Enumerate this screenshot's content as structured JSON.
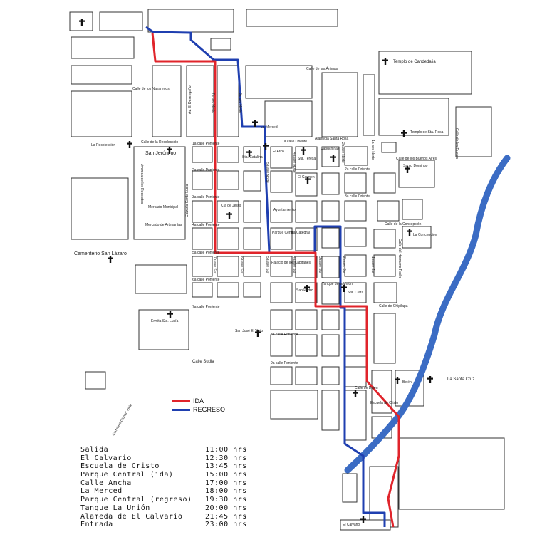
{
  "colors": {
    "ida": "#e0242b",
    "regreso": "#1f3fb0",
    "river": "#3b6cc4",
    "block_stroke": "#333333"
  },
  "legend": {
    "ida": "IDA",
    "regreso": "REGRESO"
  },
  "schedule": [
    {
      "name": "Salida",
      "time": "11:00 hrs"
    },
    {
      "name": "El Calvario",
      "time": "12:30 hrs"
    },
    {
      "name": "Escuela de Cristo",
      "time": "13:45 hrs"
    },
    {
      "name": "Parque Central (ida)",
      "time": "15:00 hrs"
    },
    {
      "name": "Calle Ancha",
      "time": "17:00 hrs"
    },
    {
      "name": "La Merced",
      "time": "18:00 hrs"
    },
    {
      "name": "Parque Central (regreso)",
      "time": "19:30 hrs"
    },
    {
      "name": "Tanque La Unión",
      "time": "20:00 hrs"
    },
    {
      "name": "Alameda de El Calvario",
      "time": "21:45 hrs"
    },
    {
      "name": "Entrada",
      "time": "23:00 hrs"
    }
  ],
  "places": {
    "templo_candelaria": "Templo de Candedalia",
    "la_merced": "La Merced",
    "templo_sta_rosa": "Templo de Sta. Rosa",
    "santo_domingo": "Santo Domingo",
    "la_recoleccion": "La Recolección",
    "san_jeronimo": "San Jerónimo",
    "mercado_municipal": "Mercado Municipal",
    "mercado_artesanias": "Mercado de Artesanías",
    "cementerio": "Cementerio San Lázaro",
    "cia_jesus": "Cía de Jesús",
    "ayuntamiento": "Ayuntamiento",
    "parque_central": "Parque Central",
    "catedral": "Catedral",
    "sta_catalina": "Sta. Catalina",
    "el_arco": "El Arco",
    "sta_teresa": "Sta. Teresa",
    "el_carmen": "El Carmen",
    "capuchinas": "Capuchinas",
    "la_concepcion": "La Concepción",
    "palacio_capitanes": "Palacio de los Capitanes",
    "san_pedro": "San Pedro",
    "tanque_union": "Tanque de la Unión",
    "sta_clara": "Sta. Clara",
    "ermita_sta_lucia": "Ermita Sta. Lucía",
    "san_jose_viejo": "San José El Viejo",
    "belen": "Belén",
    "la_santa_cruz": "La Santa Cruz",
    "escuela_cristo": "Escuela de Cristo",
    "el_calvario": "El Calvario"
  },
  "streets": {
    "calle_candelaria": "Calle de los Nazarenos",
    "calle_animas": "Calle de las Ánimas",
    "alameda_sta_rosa": "Alameda Santa Rosa",
    "calle_recoleccion": "Calle de la Recolección",
    "calle_1_pte": "1a calle Poniente",
    "calle_2_pte": "2a calle Poniente",
    "calle_3_pte": "3a calle Poniente",
    "calle_4_pte": "4a calle Poniente",
    "calle_5_pte": "5a calle Poniente",
    "calle_6_pte": "6a calle Poniente",
    "calle_7_pte": "7a calle Poniente",
    "calle_8_pte": "8a calle Poniente",
    "calle_9_pte": "9a calle Poniente",
    "calle_1_ote": "1a calle Oriente",
    "calle_2_ote": "2a calle Oriente",
    "calle_3_ote": "3a calle Oriente",
    "calle_sudia": "Calle Sudia",
    "calle_chipilapa": "Calle de Chipilapa",
    "calle_belen": "Calle de Belén",
    "calle_buenos_aires": "Calle de los Buenos Aires",
    "calle_concepcion": "Calle de la Concepción",
    "calle_duelos": "Calle de los Duelos",
    "calle_hermano_pedro": "Calle del Hermano Pedro",
    "alameda_sta_lucia": "Calzada Santa Lucía",
    "av_desengano": "Av. El Desengaño",
    "av_recoleccion": "Avenida de los Recoletos",
    "carretera_ciudad_vieja": "Carretera Ciudad Vieja",
    "av_7_norte": "7a ave Norte",
    "av_6_norte": "6a ave Norte",
    "av_5_norte": "5a ave Norte",
    "av_4_norte": "4a ave Norte",
    "av_2_norte": "2a ave Norte",
    "av_1_norte": "1a ave Norte",
    "av_7_sur": "7a ave Sur",
    "av_6_sur": "6a ave Sur",
    "av_5_sur": "5a ave Sur",
    "av_4_sur": "4a ave Sur",
    "av_3_sur": "3a ave Sur",
    "av_2_sur": "2a ave Sur",
    "av_1_sur": "1a ave Sur"
  }
}
